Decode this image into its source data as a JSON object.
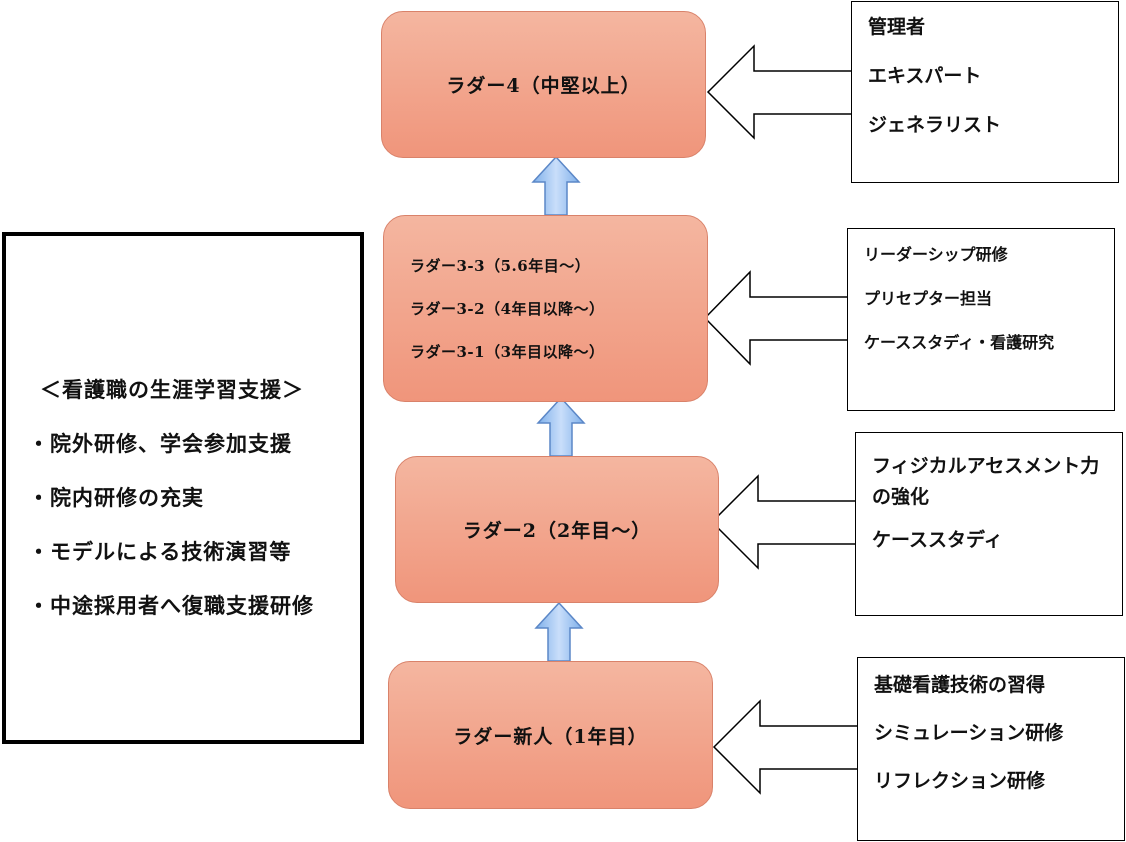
{
  "ladders": {
    "ladder4": {
      "label": "ラダー4（中堅以上）"
    },
    "ladder3": {
      "lines": [
        "ラダー3-3（5.6年目～）",
        "ラダー3-2（4年目以降～）",
        "ラダー3-1（3年目以降～）"
      ]
    },
    "ladder2": {
      "label": "ラダー2（2年目～）"
    },
    "ladder_new": {
      "label": "ラダー新人（1年目）"
    }
  },
  "side_boxes": {
    "ladder4": [
      "管理者",
      "エキスパート",
      "ジェネラリスト"
    ],
    "ladder3": [
      "リーダーシップ研修",
      "プリセプター担当",
      "ケーススタディ・看護研究"
    ],
    "ladder2": [
      "フィジカルアセスメント力の強化",
      "ケーススタディ"
    ],
    "ladder_new": [
      "基礎看護技術の習得",
      "シミュレーション研修",
      "リフレクション研修"
    ]
  },
  "support_panel": {
    "title": "＜看護職の生涯学習支援＞",
    "items": [
      "・院外研修、学会参加支援",
      "・院内研修の充実",
      "・モデルによる技術演習等",
      "・中途採用者へ復職支援研修"
    ]
  },
  "colors": {
    "ladder_fill_top": "#f4b6a0",
    "ladder_fill_bottom": "#f0957b",
    "up_arrow_fill": "#9cc3ee",
    "up_arrow_stroke": "#5b87c7"
  }
}
